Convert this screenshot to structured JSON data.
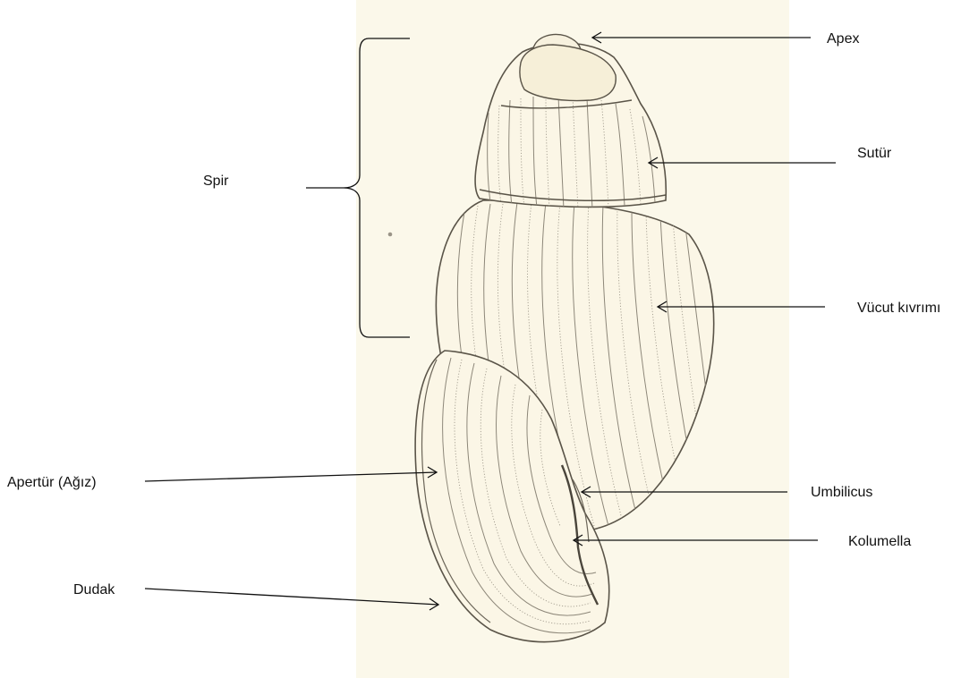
{
  "labels": {
    "apex": "Apex",
    "sutur": "Sutür",
    "spir": "Spir",
    "vucut": "Vücut kıvrımı",
    "apertur": "Apertür (Ağız)",
    "umbilicus": "Umbilicus",
    "kolumella": "Kolumella",
    "dudak": "Dudak"
  },
  "colors": {
    "panel": "#fbf8ea",
    "shell_fill": "#fbf6e6",
    "line": "#111111"
  }
}
